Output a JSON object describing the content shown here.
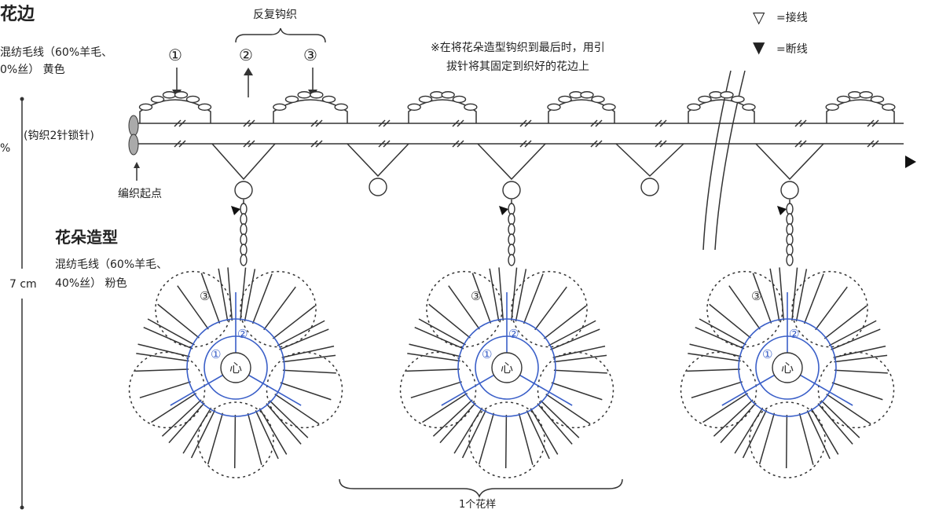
{
  "edging": {
    "title": "花边",
    "yarn_line1": "混纺毛线（60%羊毛、",
    "yarn_line2": "0%丝）  黄色",
    "repeat_label": "反复钩织",
    "start_label": "编织起点",
    "chain_note": "(钩织2针锁针)",
    "pct_fragment": "%",
    "step_1": "①",
    "step_2": "②",
    "step_3": "③"
  },
  "flower": {
    "title": "花朵造型",
    "yarn_line1": "混纺毛线（60%羊毛、",
    "yarn_line2": "40%丝）   粉色",
    "center_label": "心",
    "round_1": "①",
    "round_2": "②",
    "round_3": "③"
  },
  "note": {
    "line1": "※在将花朵造型钩织到最后时，用引",
    "line2": "拔针将其固定到织好的花边上"
  },
  "legend": {
    "join_symbol": "▽",
    "join_label": "=接线",
    "cut_symbol": "▼",
    "cut_label": "=断线"
  },
  "dimension": {
    "height_label": "7 cm"
  },
  "pattern_repeat_label": "1个花样",
  "colors": {
    "line": "#333333",
    "flower_center_rounds": "#3a5fc8",
    "background": "#ffffff"
  }
}
